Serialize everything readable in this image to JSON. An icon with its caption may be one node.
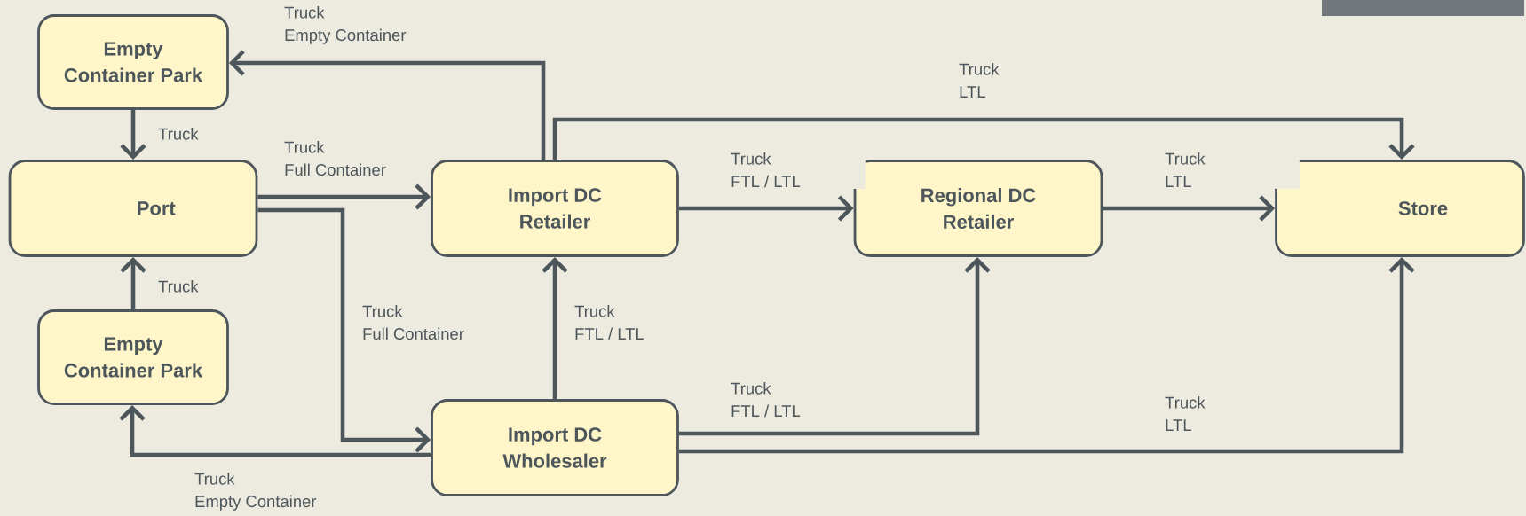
{
  "diagram": {
    "nodes": [
      {
        "text": [
          "Empty Container Park"
        ]
      },
      {
        "text": [
          "Port"
        ]
      },
      {
        "text": [
          "Empty Container Park"
        ]
      },
      {
        "text": [
          "Import DC Retailer"
        ]
      },
      {
        "text": [
          "Regional DC Retailer"
        ]
      },
      {
        "text": [
          "Store"
        ]
      },
      {
        "text": [
          "Import DC Wholesaler"
        ]
      }
    ],
    "edges": [
      {
        "from": 0,
        "to": 1,
        "arrow": "to",
        "label": "Truck"
      },
      {
        "from": 2,
        "to": 1,
        "arrow": "to",
        "label": "Truck"
      },
      {
        "from": 1,
        "to": 3,
        "arrow": "to",
        "label": "Truck Full Container"
      },
      {
        "from": 1,
        "to": 6,
        "arrow": "to",
        "label": "Truck Full Container"
      },
      {
        "from": 3,
        "to": 0,
        "arrow": "to",
        "label": "Truck Empty Container"
      },
      {
        "from": 3,
        "to": 5,
        "arrow": "to",
        "label": "Truck LTL"
      },
      {
        "from": 3,
        "to": 4,
        "arrow": "to",
        "label": "Truck FTL / LTL"
      },
      {
        "from": 4,
        "to": 5,
        "arrow": "to",
        "label": "Truck LTL"
      },
      {
        "from": 6,
        "to": 3,
        "arrow": "to",
        "label": "Truck FTL / LTL"
      },
      {
        "from": 6,
        "to": 2,
        "arrow": "to",
        "label": "Truck Empty Container"
      },
      {
        "from": 6,
        "to": 4,
        "arrow": "to",
        "label": "Truck FTL / LTL"
      },
      {
        "from": 6,
        "to": 5,
        "arrow": "to",
        "label": "Truck LTL"
      }
    ]
  }
}
